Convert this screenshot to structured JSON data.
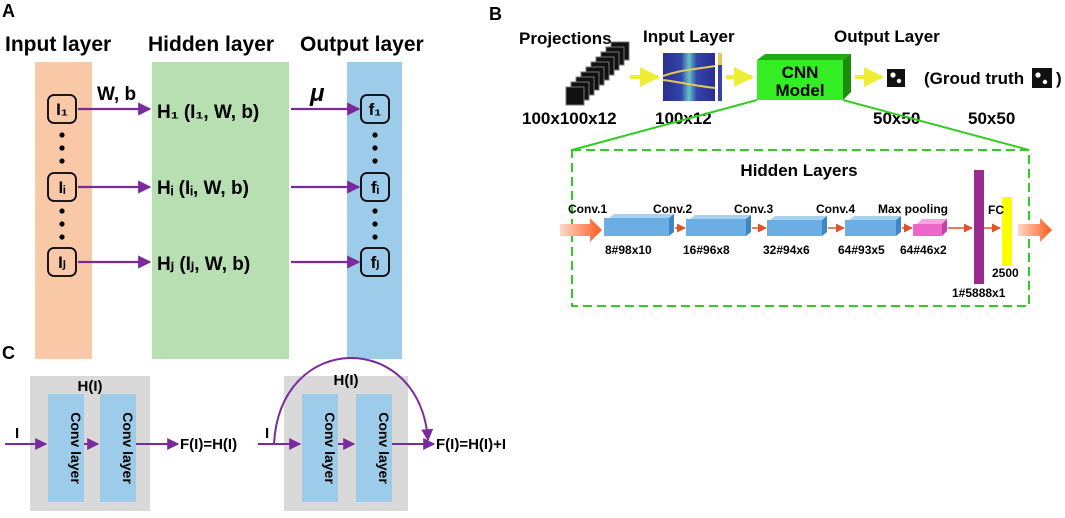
{
  "panel_a": {
    "label": "A",
    "input_title": "Input layer",
    "hidden_title": "Hidden layer",
    "output_title": "Output layer",
    "wb": "W, b",
    "mu": "μ",
    "inputs": [
      "I₁",
      "Iᵢ",
      "Iⱼ"
    ],
    "hiddens": [
      "H₁ (I₁, W, b)",
      "Hᵢ (Iᵢ, W, b)",
      "Hⱼ (Iⱼ, W, b)"
    ],
    "outputs": [
      "f₁",
      "fᵢ",
      "fⱼ"
    ],
    "colors": {
      "input": "#f9c9a7",
      "hidden": "#b7dfb1",
      "output": "#9dcbea",
      "arrow": "#7a2a9a"
    }
  },
  "panel_b": {
    "label": "B",
    "projections_title": "Projections",
    "input_layer_title": "Input Layer",
    "output_layer_title": "Output Layer",
    "cnn_label_1": "CNN",
    "cnn_label_2": "Model",
    "ground_truth_open": "(Groud truth",
    "ground_truth_close": ")",
    "dim_projections": "100x100x12",
    "dim_input": "100x12",
    "dim_output": "50x50",
    "dim_truth": "50x50",
    "hidden_layers_title": "Hidden Layers",
    "layers": [
      {
        "name": "Conv.1",
        "dim": "8#98x10"
      },
      {
        "name": "Conv.2",
        "dim": "16#96x8"
      },
      {
        "name": "Conv.3",
        "dim": "32#94x6"
      },
      {
        "name": "Conv.4",
        "dim": "64#93x5"
      },
      {
        "name": "Max pooling",
        "dim": "64#46x2"
      }
    ],
    "fc_label": "FC",
    "fc_dim": "2500",
    "flatten_dim": "1#5888x1",
    "colors": {
      "cnn": "#33ee22",
      "conv": "#6aaee3",
      "pool": "#ee66c8",
      "flatten": "#9b2a8f",
      "fc": "#ffff00",
      "dash": "#33cc22",
      "arrow": "#ff6a2a"
    }
  },
  "panel_c": {
    "label": "C",
    "block1": {
      "title": "H(I)",
      "conv1": "Conv layer",
      "conv2": "Conv layer",
      "input": "I",
      "output": "F(I)=H(I)"
    },
    "block2": {
      "title": "H(I)",
      "conv1": "Conv layer",
      "conv2": "Conv layer",
      "input": "I",
      "output": "F(I)=H(I)+I"
    },
    "colors": {
      "box": "#d9d9d9",
      "conv": "#9dcbea",
      "arrow": "#7a2a9a"
    }
  }
}
